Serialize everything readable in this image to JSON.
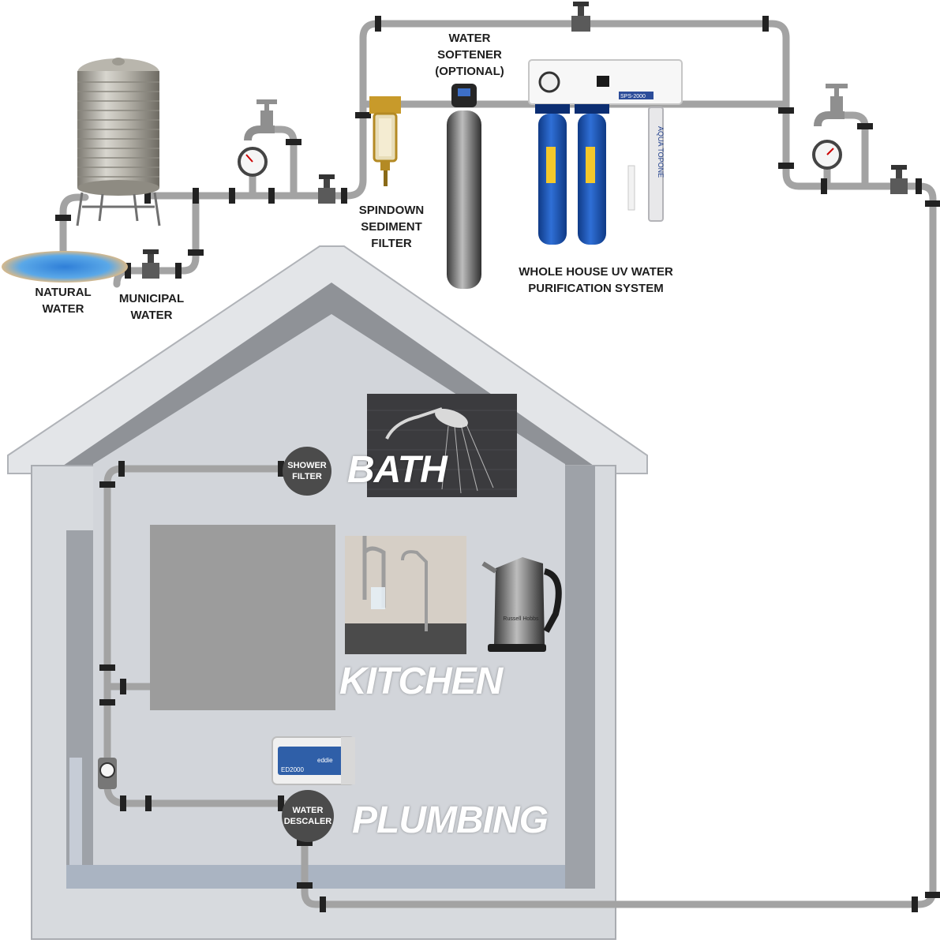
{
  "labels": {
    "water_softener": "WATER\nSOFTENER\n(OPTIONAL)",
    "spindown_filter": "SPINDOWN\nSEDIMENT\nFILTER",
    "uv_system": "WHOLE HOUSE UV WATER\nPURIFICATION SYSTEM",
    "natural_water": "NATURAL\nWATER",
    "municipal_water": "MUNICIPAL\nWATER"
  },
  "rooms": {
    "bath": "BATH",
    "kitchen": "KITCHEN",
    "plumbing": "PLUMBING"
  },
  "bubbles": {
    "shower_filter": "SHOWER\nFILTER",
    "water_descaler": "WATER\nDESCALER"
  },
  "equipment_text": {
    "uv_model": "SPS-2000",
    "uv_lamp_brand": "AQUA TOPONE",
    "kettle_brand": "Russell\nHobbs",
    "descaler_brand": "eddie",
    "descaler_model": "ED2000"
  },
  "colors": {
    "pipe": "#a8a8a8",
    "pipe_dark": "#555555",
    "house_outline": "#8c8c8c",
    "house_fill": "#d6d9de",
    "bubble": "#4a4a4a",
    "filter_blue": "#1f57b4"
  }
}
